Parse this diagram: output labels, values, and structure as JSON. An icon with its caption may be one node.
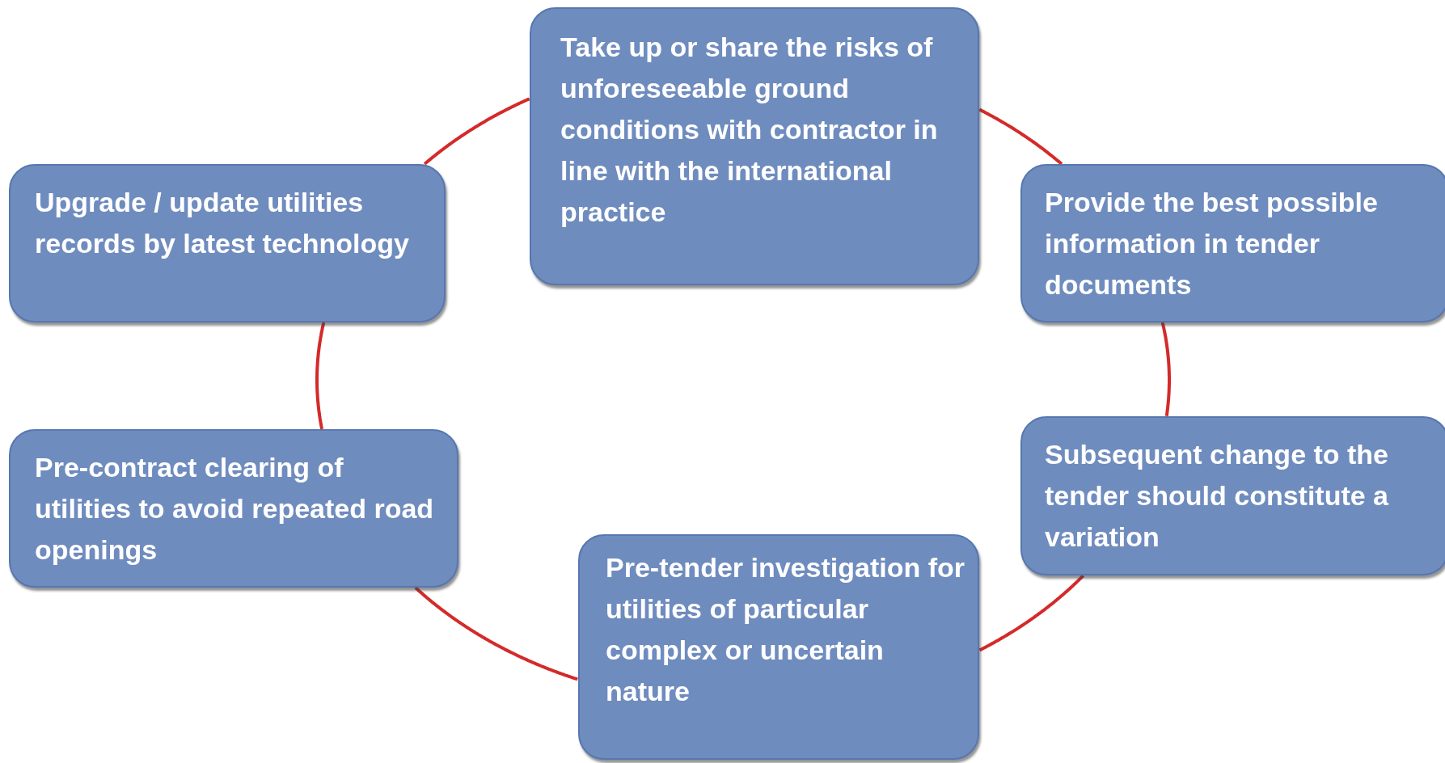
{
  "diagram": {
    "nodes": [
      {
        "text": [
          "Take up or share the risks of unforeseeable ground conditions with contractor in line with the international practice"
        ]
      },
      {
        "text": [
          "Upgrade / update utilities records by latest technology"
        ]
      },
      {
        "text": [
          "Provide the best possible information in tender documents"
        ]
      },
      {
        "text": [
          "Pre-contract clearing of utilities to avoid repeated road openings"
        ]
      },
      {
        "text": [
          "Subsequent change to the tender should constitute a variation"
        ]
      },
      {
        "text": [
          "Pre-tender investigation for utilities of particular complex or uncertain nature"
        ]
      }
    ],
    "edges": [
      {
        "from": 1,
        "to": 0,
        "arrow": "none"
      },
      {
        "from": 0,
        "to": 2,
        "arrow": "none"
      },
      {
        "from": 2,
        "to": 4,
        "arrow": "none"
      },
      {
        "from": 4,
        "to": 5,
        "arrow": "none"
      },
      {
        "from": 5,
        "to": 3,
        "arrow": "none"
      },
      {
        "from": 3,
        "to": 1,
        "arrow": "none"
      }
    ]
  }
}
